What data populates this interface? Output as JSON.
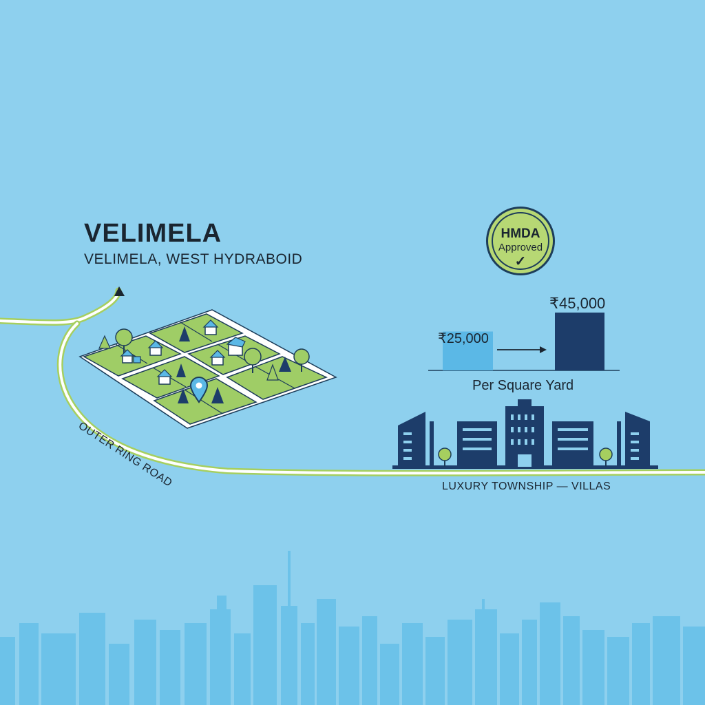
{
  "location": {
    "title": "VELIMELA",
    "subtitle": "VELIMELA, WEST HYDRABOID"
  },
  "road": {
    "label": "OUTER RING ROAD"
  },
  "badge": {
    "line1": "HMDA",
    "line2": "Approved",
    "check_icon": "check-icon"
  },
  "price": {
    "from_label": "₹25,000",
    "to_label": "₹45,000",
    "unit_label": "Per Square Yard",
    "from_value": 25000,
    "to_value": 45000
  },
  "township": {
    "label": "LUXURY TOWNSHIP — VILLAS"
  },
  "colors": {
    "background": "#8ed0ee",
    "plot_green": "#9fcd66",
    "road_green": "#a6cf5f",
    "navy": "#1d3d6a",
    "light_blue_bar": "#5bb8e6",
    "skyline": "#6cc2e9"
  }
}
